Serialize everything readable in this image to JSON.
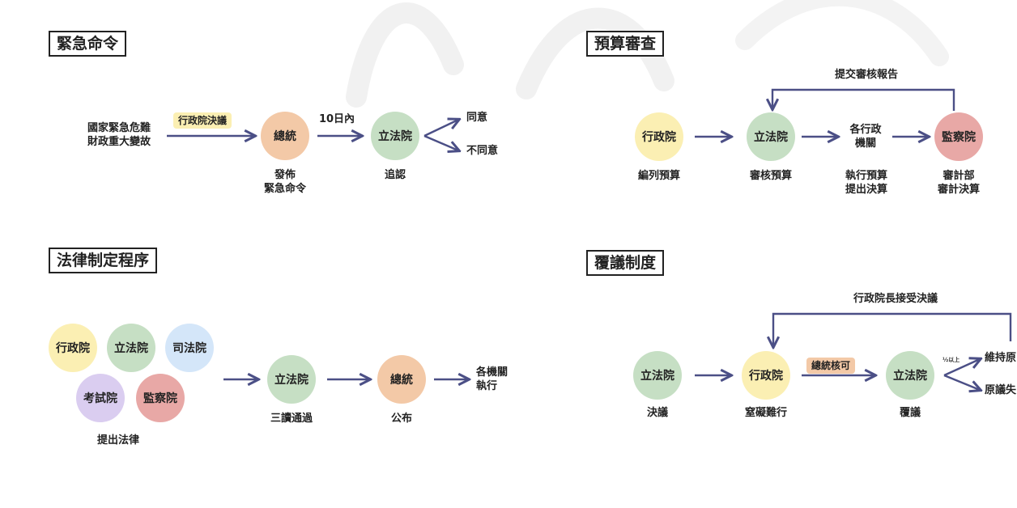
{
  "emergency": {
    "title": "緊急命令",
    "trigger": "國家緊急危難\n財政重大變故",
    "step1_tag": "行政院決議",
    "president": "總統",
    "president_note": "發佈\n緊急命令",
    "deadline": "10日內",
    "legislative": "立法院",
    "legislative_note": "追認",
    "agree": "同意",
    "disagree": "不同意"
  },
  "budget": {
    "title": "預算審查",
    "feedback": "提交審核報告",
    "executive": "行政院",
    "executive_note": "編列預算",
    "legislative": "立法院",
    "legislative_note": "審核預算",
    "agencies": "各行政\n機關",
    "agencies_note": "執行預算\n提出決算",
    "control": "監察院",
    "control_note": "審計部\n審計決算"
  },
  "lawmaking": {
    "title": "法律制定程序",
    "executive": "行政院",
    "legislative": "立法院",
    "judicial": "司法院",
    "examination": "考試院",
    "control": "監察院",
    "propose_note": "提出法律",
    "legislative2": "立法院",
    "legislative2_note": "三讀通過",
    "president": "總統",
    "president_note": "公布",
    "result": "各機關\n執行"
  },
  "override": {
    "title": "覆議制度",
    "feedback": "行政院長接受決議",
    "legislative": "立法院",
    "legislative_note": "決議",
    "executive": "行政院",
    "executive_note": "窒礙難行",
    "approval_tag": "總統核可",
    "legislative2": "立法院",
    "legislative2_note": "覆議",
    "fraction": "½以上",
    "maintain": "維持原",
    "original_fail": "原議失"
  },
  "colors": {
    "arrow": "#4b4f86",
    "yellow": "#fbefb3",
    "green": "#c6dfc4",
    "orange": "#f3c9a7",
    "red": "#e8a8a6",
    "blue": "#d4e6f9",
    "purple": "#dacdf0"
  }
}
